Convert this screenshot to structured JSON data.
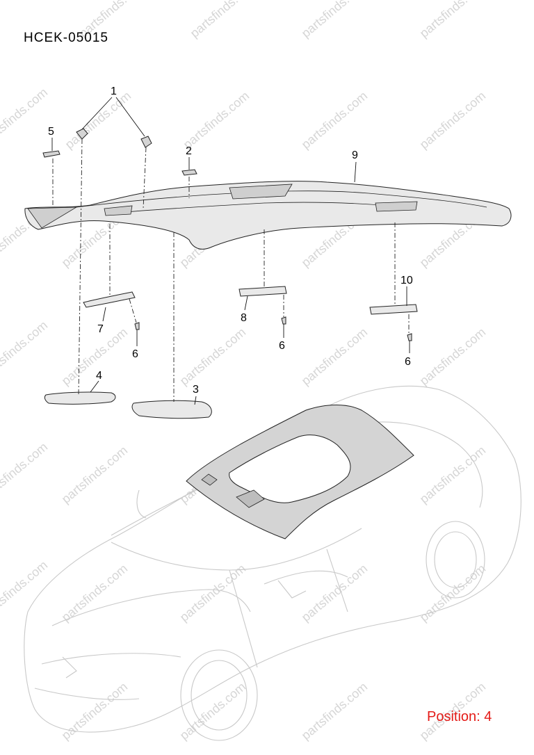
{
  "diagram_code": "HCEK-05015",
  "position_label": "Position: 4",
  "watermark_text": "partsfinds.com",
  "colors": {
    "position_label": "#e41b17",
    "watermark": "#d6d6d6",
    "lines": "#222222"
  },
  "callouts": [
    {
      "id": "c1",
      "label": "1"
    },
    {
      "id": "c2",
      "label": "2"
    },
    {
      "id": "c3",
      "label": "3"
    },
    {
      "id": "c4",
      "label": "4"
    },
    {
      "id": "c5",
      "label": "5"
    },
    {
      "id": "c6a",
      "label": "6"
    },
    {
      "id": "c6b",
      "label": "6"
    },
    {
      "id": "c6c",
      "label": "6"
    },
    {
      "id": "c7",
      "label": "7"
    },
    {
      "id": "c8",
      "label": "8"
    },
    {
      "id": "c9",
      "label": "9"
    },
    {
      "id": "c10",
      "label": "10"
    }
  ]
}
